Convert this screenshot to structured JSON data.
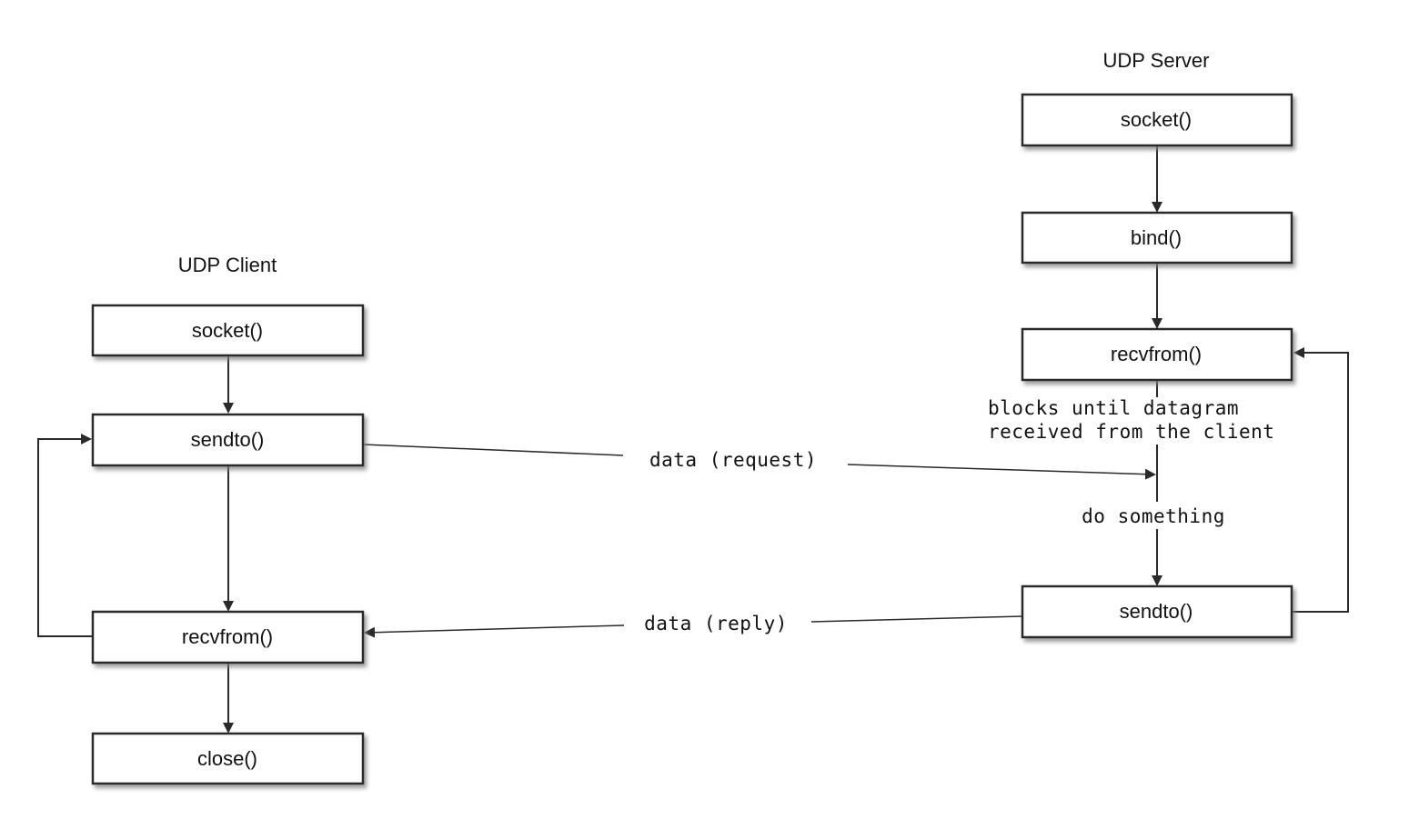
{
  "client": {
    "title": "UDP Client",
    "nodes": {
      "socket": "socket()",
      "sendto": "sendto()",
      "recvfrom": "recvfrom()",
      "close": "close()"
    }
  },
  "server": {
    "title": "UDP Server",
    "nodes": {
      "socket": "socket()",
      "bind": "bind()",
      "recvfrom": "recvfrom()",
      "sendto": "sendto()"
    },
    "notes": {
      "blocks_line1": "blocks until datagram",
      "blocks_line2": "received from the client",
      "do_something": "do something"
    }
  },
  "messages": {
    "request": "data (request)",
    "reply": "data (reply)"
  },
  "colors": {
    "stroke": "#2a2a2a",
    "box_fill": "#ffffff",
    "shadow": "#9a9a9a",
    "text": "#111111"
  }
}
